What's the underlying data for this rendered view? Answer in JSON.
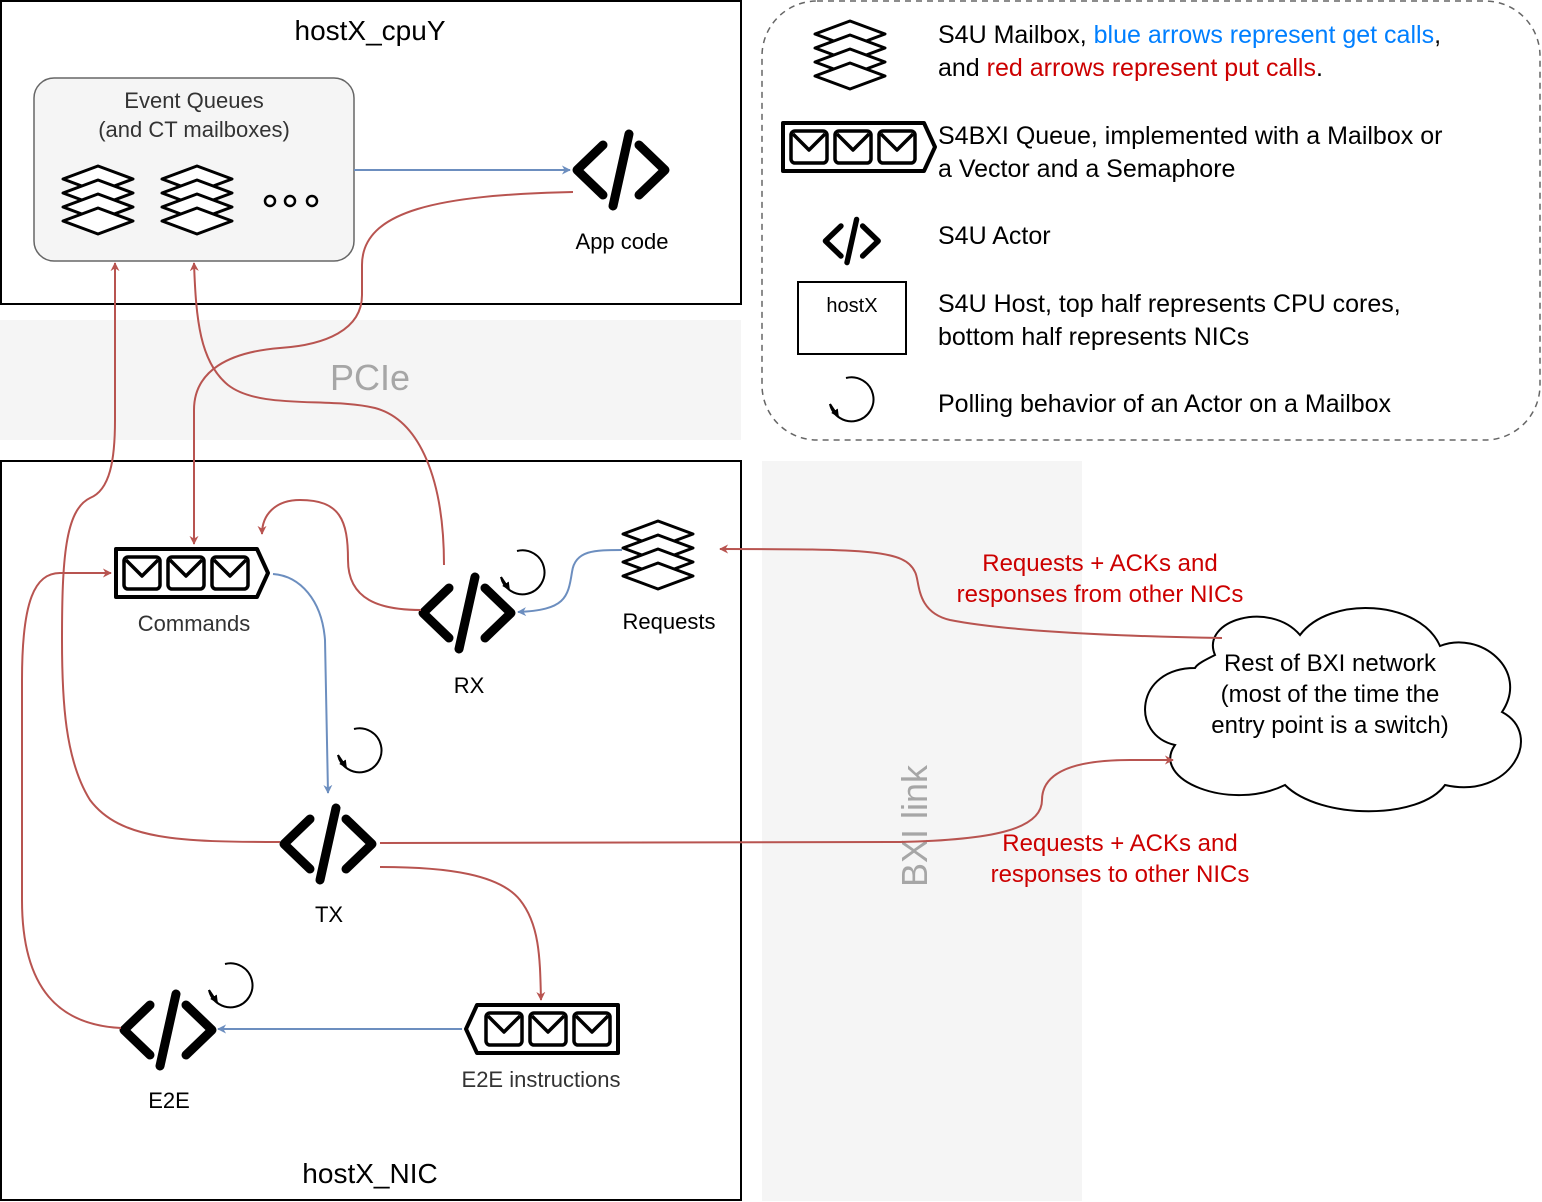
{
  "host_cpu": {
    "title": "hostX_cpuY"
  },
  "host_nic": {
    "title": "hostX_NIC"
  },
  "event_queues": {
    "line1": "Event Queues",
    "line2": "(and CT mailboxes)"
  },
  "app_code": {
    "label": "App code"
  },
  "pcie": {
    "label": "PCIe"
  },
  "bxi_link": {
    "label": "BXI link"
  },
  "commands": {
    "label": "Commands"
  },
  "rx": {
    "label": "RX"
  },
  "requests": {
    "label": "Requests"
  },
  "tx": {
    "label": "TX"
  },
  "e2e": {
    "label": "E2E"
  },
  "e2e_instructions": {
    "label": "E2E instructions"
  },
  "network_cloud": {
    "line1": "Rest of BXI network",
    "line2": "(most of the time the",
    "line3": "entry point is a switch)"
  },
  "incoming_label": {
    "line1": "Requests + ACKs and",
    "line2": "responses from other NICs"
  },
  "outgoing_label": {
    "line1": "Requests + ACKs and",
    "line2": "responses to other NICs"
  },
  "legend": {
    "mailbox": {
      "prefix": "S4U Mailbox, ",
      "blue": "blue arrows represent get calls",
      "comma": ",",
      "and": "and ",
      "red": "red arrows represent put calls",
      "period": "."
    },
    "queue": {
      "line1": "S4BXI Queue, implemented with a Mailbox or",
      "line2": "a Vector and a Semaphore"
    },
    "actor": {
      "text": "S4U Actor"
    },
    "host": {
      "box_label": "hostX",
      "line1": "S4U Host, top half represents CPU cores,",
      "line2": "bottom half represents NICs"
    },
    "polling": {
      "text": "Polling behavior of an Actor on a Mailbox"
    }
  },
  "colors": {
    "red_arrow": "#b85450",
    "blue_arrow": "#6c8ebf",
    "red_text": "#cc0000",
    "blue_text": "#007fff"
  }
}
